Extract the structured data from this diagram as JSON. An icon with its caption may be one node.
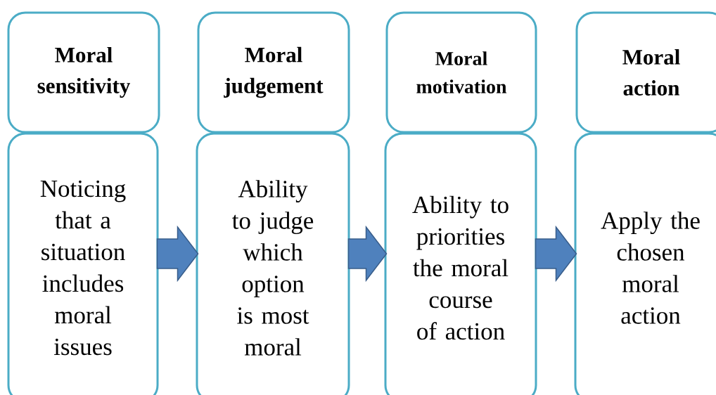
{
  "diagram": {
    "nodes": [
      {
        "text": [
          "Moral sensitivity"
        ]
      },
      {
        "text": [
          "Noticing that a situation includes moral issues"
        ]
      },
      {
        "text": [
          "Moral judgement"
        ]
      },
      {
        "text": [
          "Ability to judge which option is most moral"
        ]
      },
      {
        "text": [
          "Moral motivation"
        ]
      },
      {
        "text": [
          "Ability to priorities the moral course of action"
        ]
      },
      {
        "text": [
          "Moral action"
        ]
      },
      {
        "text": [
          "Apply the chosen moral action"
        ]
      }
    ],
    "edges": [
      {
        "from": 1,
        "to": 3,
        "arrow": "to"
      },
      {
        "from": 3,
        "to": 5,
        "arrow": "to"
      },
      {
        "from": 5,
        "to": 7,
        "arrow": "to"
      }
    ]
  }
}
